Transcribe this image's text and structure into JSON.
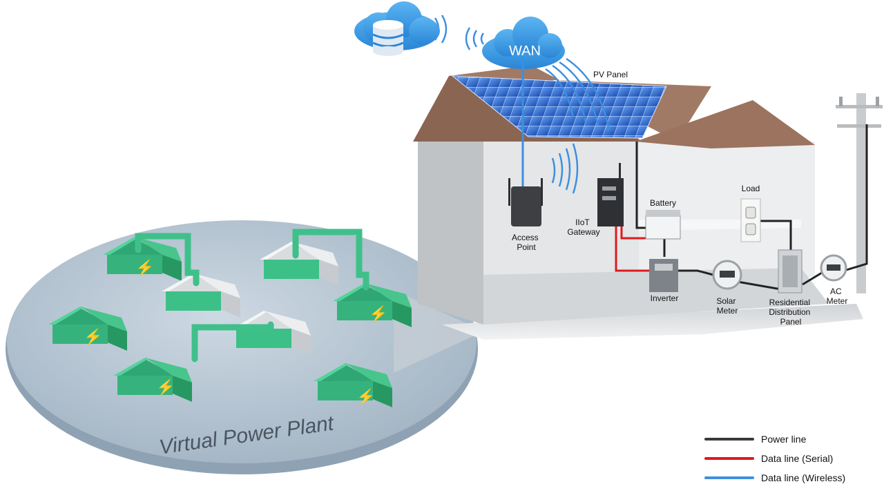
{
  "cloud": {
    "wan_label": "WAN"
  },
  "house": {
    "pv_panel_label": "PV Panel",
    "access_point_label": [
      "Access",
      "Point"
    ],
    "iiot_gateway_label": [
      "IIoT",
      "Gateway"
    ],
    "battery_label": "Battery",
    "load_label": "Load",
    "inverter_label": "Inverter",
    "solar_meter_label": [
      "Solar",
      "Meter"
    ],
    "distribution_panel_label": [
      "Residential",
      "Distribution",
      "Panel"
    ],
    "ac_meter_label": [
      "AC",
      "Meter"
    ]
  },
  "vpp": {
    "label": "Virtual Power Plant"
  },
  "legend": {
    "items": [
      {
        "label": "Power line",
        "color": "#3a3a3a"
      },
      {
        "label": "Data line (Serial)",
        "color": "#e0191e"
      },
      {
        "label": "Data line (Wireless)",
        "color": "#3d8fe0"
      }
    ]
  },
  "colors": {
    "green_house": "#3fbf8a",
    "platform": "#b7c6d3",
    "roof": "#8a6552",
    "wall": "#d9dcde",
    "cloud": "#3d9be0",
    "solar": "#2f6fd6"
  }
}
